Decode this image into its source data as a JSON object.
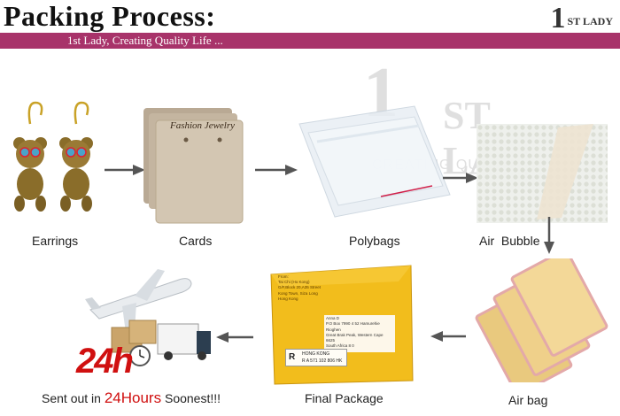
{
  "header": {
    "title": "Packing Process:",
    "brand": {
      "mark": "1",
      "suffix": "ST LADY"
    }
  },
  "banner": {
    "tagline": "1st Lady, Creating Quality Life ..."
  },
  "watermark": {
    "mark": "1",
    "name": "ST LADY",
    "tagline": "CREATING QUALITY LIFE ..."
  },
  "steps": {
    "earrings": {
      "label": "Earrings"
    },
    "cards": {
      "label": "Cards",
      "card_text": "Fashion Jewelry"
    },
    "polybags": {
      "label": "Polybags"
    },
    "air_bubble": {
      "label": "Air  Bubble"
    },
    "air_bag": {
      "label": "Air bag"
    },
    "final_package": {
      "label": "Final Package",
      "from_lines": [
        "From:",
        "Tai Chi (Ho Kong)",
        "G/F,Block 20,A35 Street",
        "Kong Town, Siza Long",
        "Hong Kong"
      ],
      "to_lines": [
        "Anna D",
        "P.O Box 7990 4 52 Hamurehie",
        "Rioghen",
        "Great Brak Peak, Western Cape",
        "6625",
        "South Africa  8 0"
      ],
      "tag_r": "R",
      "tag_lines": [
        "HONG KONG",
        "R A 571 102 806 HK"
      ]
    },
    "sent_out": {
      "prefix": "Sent out in ",
      "highlight": "24Hours",
      "suffix": " Soonest!!!",
      "badge": "24h"
    }
  },
  "colors": {
    "banner": "#a8336a",
    "highlight": "#d01010",
    "envelope": "#f2bd1c"
  }
}
